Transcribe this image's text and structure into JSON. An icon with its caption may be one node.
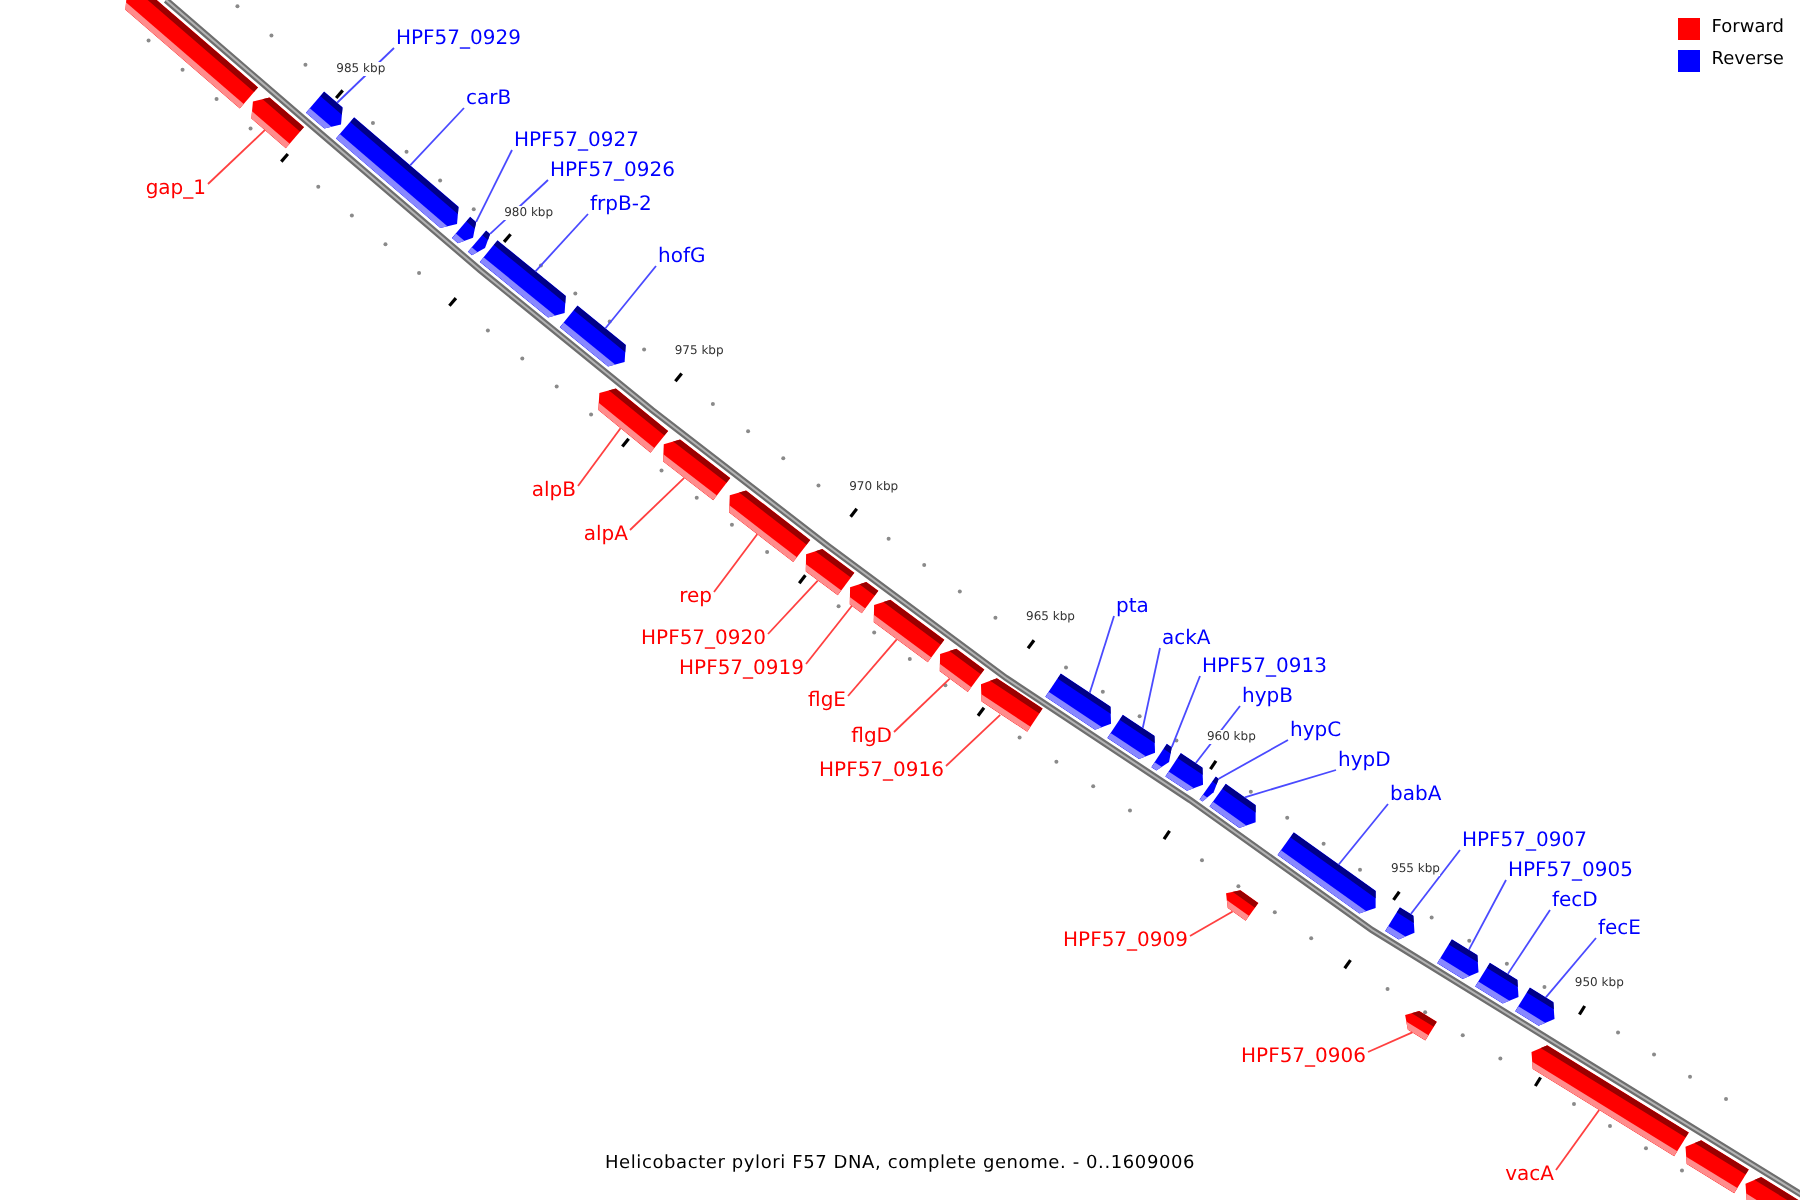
{
  "diagram": {
    "caption": "Helicobacter pylori F57 DNA, complete genome. - 0..1609006",
    "nodes": [
      {
        "text": [],
        "shape": "bar"
      },
      {
        "text": [
          "gap_1"
        ]
      },
      {
        "text": [],
        "shape": "bar"
      },
      {
        "text": [
          "HPF57_0929"
        ]
      },
      {
        "text": [],
        "shape": "bar"
      },
      {
        "text": [
          "carB"
        ]
      },
      {
        "text": [],
        "shape": "bar"
      },
      {
        "text": [
          "HPF57_0927"
        ]
      },
      {
        "text": [],
        "shape": "bar"
      },
      {
        "text": [
          "HPF57_0926"
        ]
      },
      {
        "text": [],
        "shape": "bar"
      },
      {
        "text": [
          "frpB-2"
        ]
      },
      {
        "text": [],
        "shape": "bar"
      },
      {
        "text": [
          "hofG"
        ]
      },
      {
        "text": [],
        "shape": "bar"
      },
      {
        "text": [
          "alpB"
        ]
      },
      {
        "text": [],
        "shape": "bar"
      },
      {
        "text": [
          "alpA"
        ]
      },
      {
        "text": [],
        "shape": "bar"
      },
      {
        "text": [
          "rep"
        ]
      },
      {
        "text": [],
        "shape": "bar"
      },
      {
        "text": [
          "HPF57_0920"
        ]
      },
      {
        "text": [],
        "shape": "bar"
      },
      {
        "text": [
          "HPF57_0919"
        ]
      },
      {
        "text": [],
        "shape": "bar"
      },
      {
        "text": [
          "flgE"
        ]
      },
      {
        "text": [],
        "shape": "bar"
      },
      {
        "text": [
          "flgD"
        ]
      },
      {
        "text": [],
        "shape": "bar"
      },
      {
        "text": [
          "HPF57_0916"
        ]
      },
      {
        "text": [],
        "shape": "bar"
      },
      {
        "text": [
          "pta"
        ]
      },
      {
        "text": [],
        "shape": "bar"
      },
      {
        "text": [
          "ackA"
        ]
      },
      {
        "text": [],
        "shape": "bar"
      },
      {
        "text": [
          "HPF57_0913"
        ]
      },
      {
        "text": [],
        "shape": "bar"
      },
      {
        "text": [
          "hypB"
        ]
      },
      {
        "text": [],
        "shape": "bar"
      },
      {
        "text": [
          "hypC"
        ]
      },
      {
        "text": [],
        "shape": "bar"
      },
      {
        "text": [
          "hypD"
        ]
      },
      {
        "text": [],
        "shape": "bar"
      },
      {
        "text": [
          "HPF57_0909"
        ]
      },
      {
        "text": [],
        "shape": "bar"
      },
      {
        "text": [
          "babA"
        ]
      },
      {
        "text": [],
        "shape": "bar"
      },
      {
        "text": [
          "HPF57_0907"
        ]
      },
      {
        "text": [],
        "shape": "bar"
      },
      {
        "text": [
          "HPF57_0906"
        ]
      },
      {
        "text": [],
        "shape": "bar"
      },
      {
        "text": [
          "HPF57_0905"
        ]
      },
      {
        "text": [],
        "shape": "bar"
      },
      {
        "text": [
          "fecD"
        ]
      },
      {
        "text": [],
        "shape": "bar"
      },
      {
        "text": [
          "fecE"
        ]
      },
      {
        "text": [],
        "shape": "bar"
      },
      {
        "text": [
          "vacA"
        ]
      },
      {
        "text": [],
        "shape": "bar"
      },
      {
        "text": [],
        "shape": "bar"
      },
      {
        "text": [],
        "shape": "bar"
      }
    ],
    "edges": [
      {
        "from": 1,
        "to": 2,
        "arrow": "none",
        "color": "#ff4040"
      },
      {
        "from": 3,
        "to": 4,
        "arrow": "none"
      },
      {
        "from": 5,
        "to": 6,
        "arrow": "none"
      },
      {
        "from": 7,
        "to": 8,
        "arrow": "none"
      },
      {
        "from": 9,
        "to": 10,
        "arrow": "none"
      },
      {
        "from": 11,
        "to": 12,
        "arrow": "none"
      },
      {
        "from": 13,
        "to": 14,
        "arrow": "none"
      },
      {
        "from": 15,
        "to": 16,
        "arrow": "none",
        "color": "#ff4040"
      },
      {
        "from": 17,
        "to": 18,
        "arrow": "none",
        "color": "#ff4040"
      },
      {
        "from": 19,
        "to": 20,
        "arrow": "none",
        "color": "#ff4040"
      },
      {
        "from": 21,
        "to": 22,
        "arrow": "none",
        "color": "#ff4040"
      },
      {
        "from": 23,
        "to": 24,
        "arrow": "none",
        "color": "#ff4040"
      },
      {
        "from": 25,
        "to": 26,
        "arrow": "none",
        "color": "#ff4040"
      },
      {
        "from": 27,
        "to": 28,
        "arrow": "none",
        "color": "#ff4040"
      },
      {
        "from": 29,
        "to": 30,
        "arrow": "none",
        "color": "#ff4040"
      },
      {
        "from": 31,
        "to": 32,
        "arrow": "none"
      },
      {
        "from": 33,
        "to": 34,
        "arrow": "none"
      },
      {
        "from": 35,
        "to": 36,
        "arrow": "none"
      },
      {
        "from": 37,
        "to": 38,
        "arrow": "none"
      },
      {
        "from": 39,
        "to": 40,
        "arrow": "none"
      },
      {
        "from": 41,
        "to": 42,
        "arrow": "none"
      },
      {
        "from": 43,
        "to": 44,
        "arrow": "none",
        "color": "#ff4040"
      },
      {
        "from": 45,
        "to": 46,
        "arrow": "none"
      },
      {
        "from": 47,
        "to": 48,
        "arrow": "none"
      },
      {
        "from": 49,
        "to": 50,
        "arrow": "none",
        "color": "#ff4040"
      },
      {
        "from": 51,
        "to": 52,
        "arrow": "none"
      },
      {
        "from": 53,
        "to": 54,
        "arrow": "none"
      },
      {
        "from": 55,
        "to": 56,
        "arrow": "none"
      },
      {
        "from": 57,
        "to": 58,
        "arrow": "none",
        "color": "#ff4040"
      }
    ],
    "labels": [
      "985 kbp",
      "980 kbp",
      "975 kbp",
      "970 kbp",
      "965 kbp",
      "960 kbp",
      "955 kbp",
      "950 kbp"
    ],
    "legend": [
      {
        "text": "Forward",
        "color": "#ff0000"
      },
      {
        "text": "Reverse",
        "color": "#0000ff"
      }
    ]
  }
}
